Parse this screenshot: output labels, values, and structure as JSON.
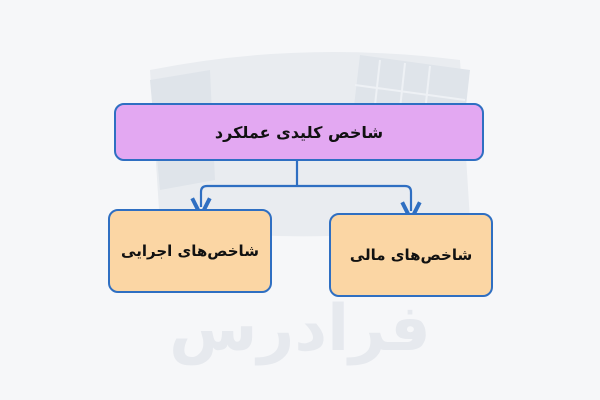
{
  "diagram": {
    "root": {
      "label": "شاخص کلیدی عملکرد"
    },
    "children": [
      {
        "label": "شاخص‌های اجرایی"
      },
      {
        "label": "شاخص‌های مالی"
      }
    ]
  },
  "watermark": {
    "text": "فرادرس"
  },
  "colors": {
    "background": "#f6f7f9",
    "root_fill": "#e3a8f2",
    "child_fill": "#fbd6a4",
    "border": "#2f6fc2",
    "connector": "#2f6fc2"
  }
}
